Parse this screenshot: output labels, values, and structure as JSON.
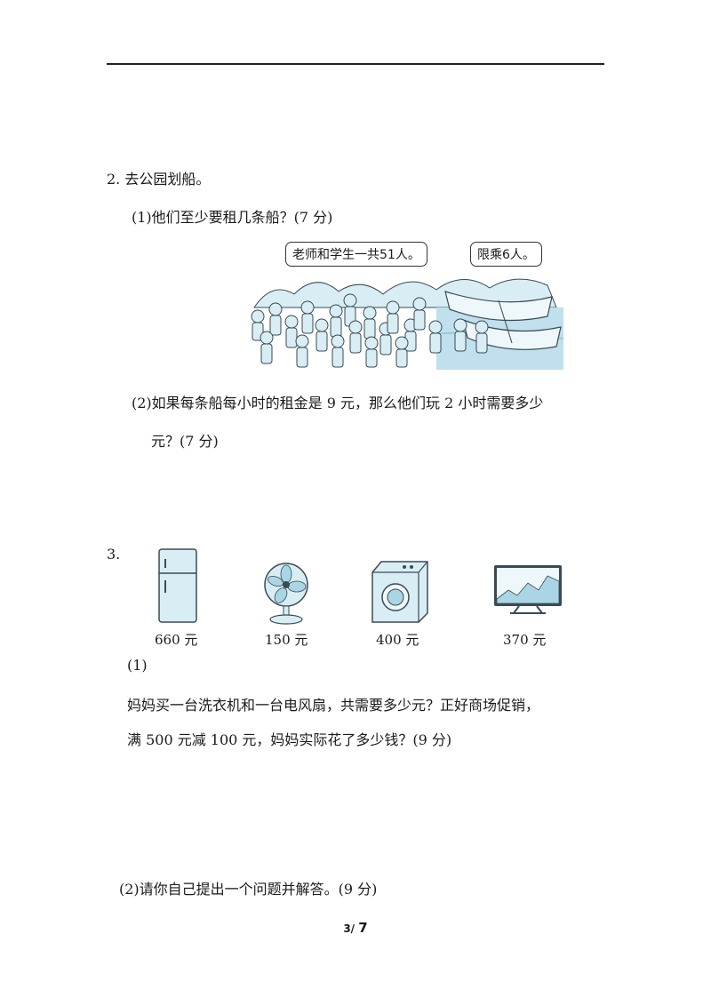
{
  "q2": {
    "heading": "2.  去公园划船。",
    "part1": "(1)他们至少要租几条船？(7 分)",
    "bubble_left": "老师和学生一共51人。",
    "bubble_right": "限乘6人。",
    "part2_line1": "(2)如果每条船每小时的租金是 9 元，那么他们玩 2 小时需要多少",
    "part2_line2": "元？(7 分)"
  },
  "q3": {
    "heading": "3.",
    "products": [
      {
        "icon": "refrigerator-icon",
        "price": "660 元"
      },
      {
        "icon": "electric-fan-icon",
        "price": "150 元"
      },
      {
        "icon": "washing-machine-icon",
        "price": "400 元"
      },
      {
        "icon": "television-icon",
        "price": "370 元"
      }
    ],
    "part1_label": "(1)",
    "part1_line1": "妈妈买一台洗衣机和一台电风扇，共需要多少元？正好商场促销，",
    "part1_line2": "满 500 元减 100 元，妈妈实际花了多少钱？(9 分)",
    "part2": "(2)请你自己提出一个问题并解答。(9 分)"
  },
  "footer": {
    "page_current": "3/",
    "page_total": "7"
  },
  "colors": {
    "illustration_fill": "#d8eef4",
    "illustration_stroke": "#3a4a55",
    "water": "#8ec3da"
  }
}
